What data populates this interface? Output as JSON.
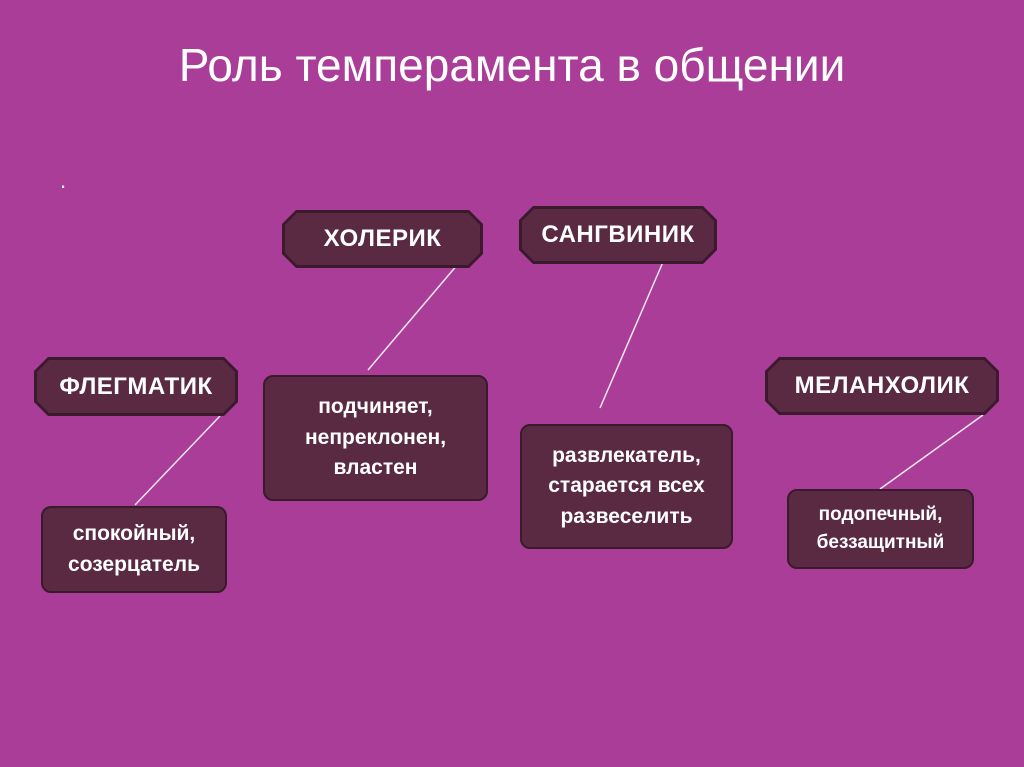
{
  "slide": {
    "title": "Роль темперамента в общении",
    "bullet": "."
  },
  "temperaments": {
    "choleric": {
      "label": "ХОЛЕРИК",
      "description": [
        "подчиняет,",
        "непреклонен,",
        "властен"
      ]
    },
    "sanguine": {
      "label": "САНГВИНИК",
      "description": [
        "развлекатель,",
        "старается всех",
        "развеселить"
      ]
    },
    "phlegmatic": {
      "label": "ФЛЕГМАТИК",
      "description": [
        "спокойный,",
        "созерцатель"
      ]
    },
    "melancholic": {
      "label": "МЕЛАНХОЛИК",
      "description": [
        "подопечный,",
        "беззащитный"
      ]
    }
  },
  "colors": {
    "background": "#a93d97",
    "box_fill": "#5a2a42",
    "box_border": "#3a1a2c",
    "text": "#ffffff",
    "connector": "#f2e6f0"
  }
}
